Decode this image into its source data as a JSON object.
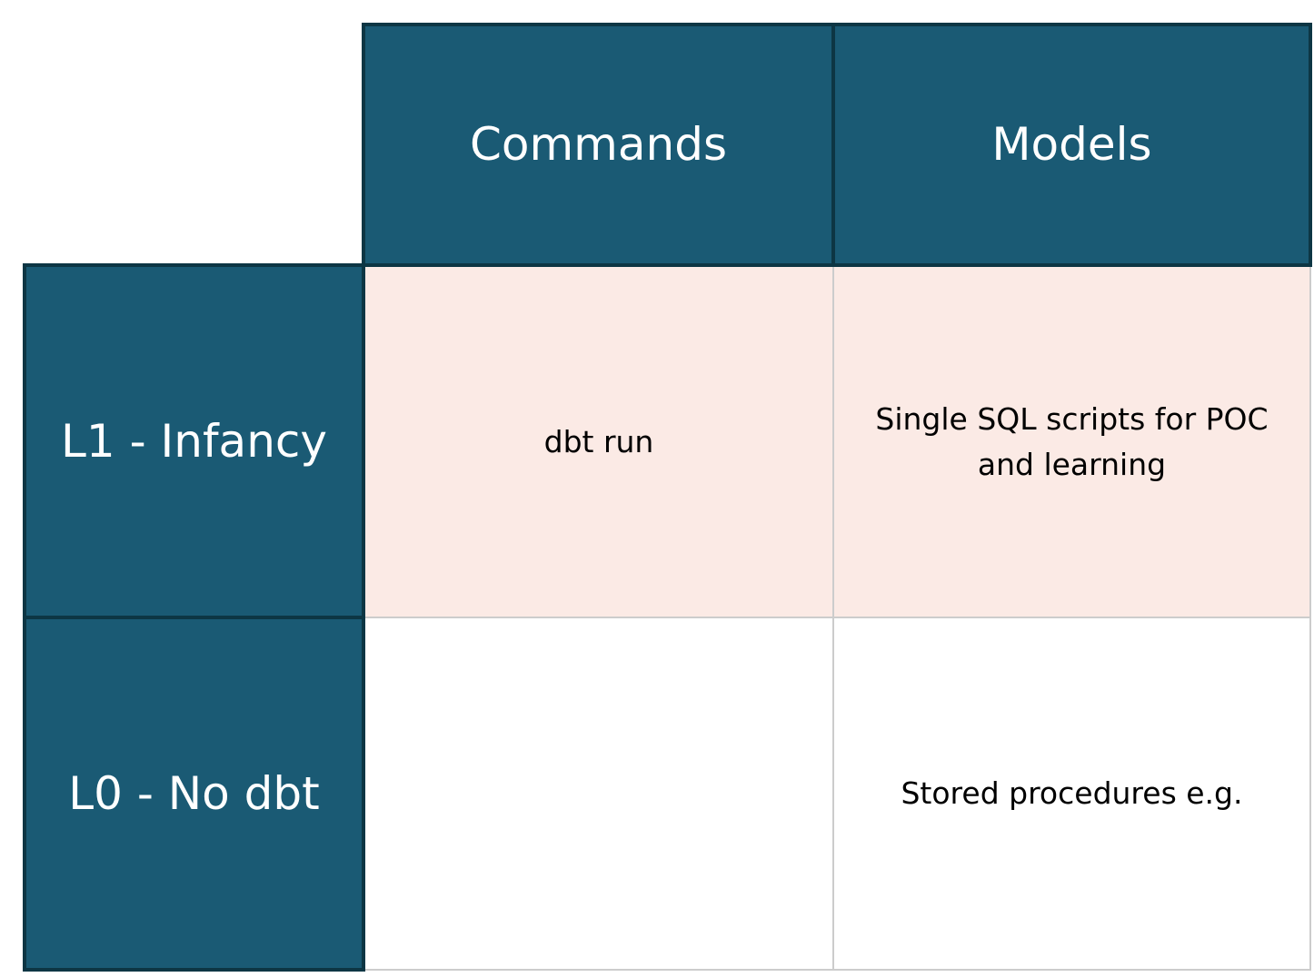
{
  "matrix": {
    "columns": [
      "Commands",
      "Models"
    ],
    "rows": [
      {
        "header": "L1 - Infancy",
        "highlighted": true,
        "cells": [
          "dbt run",
          "Single SQL scripts for POC and learning"
        ]
      },
      {
        "header": "L0 - No dbt",
        "highlighted": false,
        "cells": [
          "",
          "Stored procedures e.g."
        ]
      }
    ]
  },
  "colors": {
    "teal": "#1A5A74",
    "teal_border": "#0D3644",
    "pink": "#FBEAE5",
    "grid": "#CCCCCC",
    "header_text": "#FFFFFF",
    "body_text": "#000000"
  }
}
